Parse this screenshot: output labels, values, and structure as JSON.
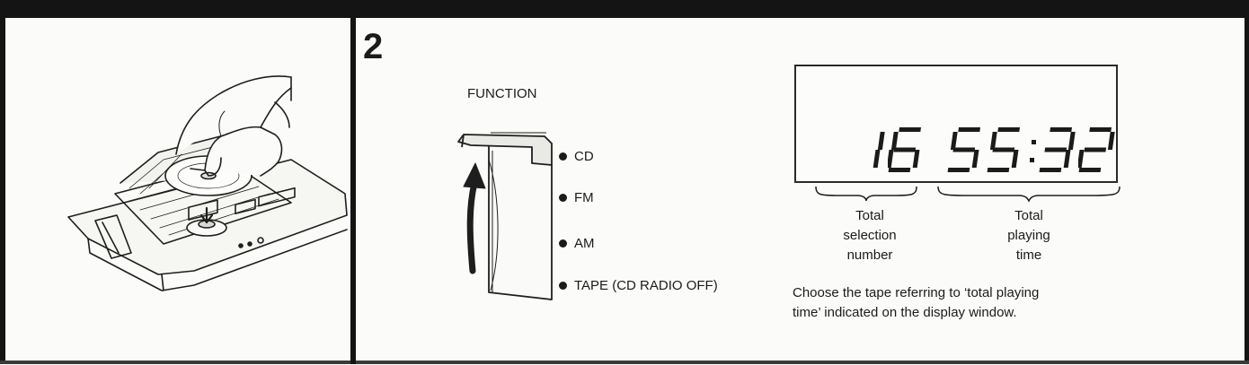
{
  "step": {
    "number": "2"
  },
  "function_switch": {
    "label": "FUNCTION",
    "options": [
      {
        "label": "CD"
      },
      {
        "label": "FM"
      },
      {
        "label": "AM"
      },
      {
        "label": "TAPE (CD RADIO OFF)"
      }
    ]
  },
  "display": {
    "total_selection_number": "16",
    "total_playing_time": "55:32"
  },
  "captions": {
    "selection": [
      "Total",
      "selection",
      "number"
    ],
    "playing": [
      "Total",
      "playing",
      "time"
    ]
  },
  "note": {
    "line1": "Choose the tape referring to ‘total playing",
    "line2": "time’ indicated on the display window."
  },
  "colors": {
    "ink": "#1b1b1b",
    "frame": "#141414",
    "paper": "#fbfbf9"
  }
}
